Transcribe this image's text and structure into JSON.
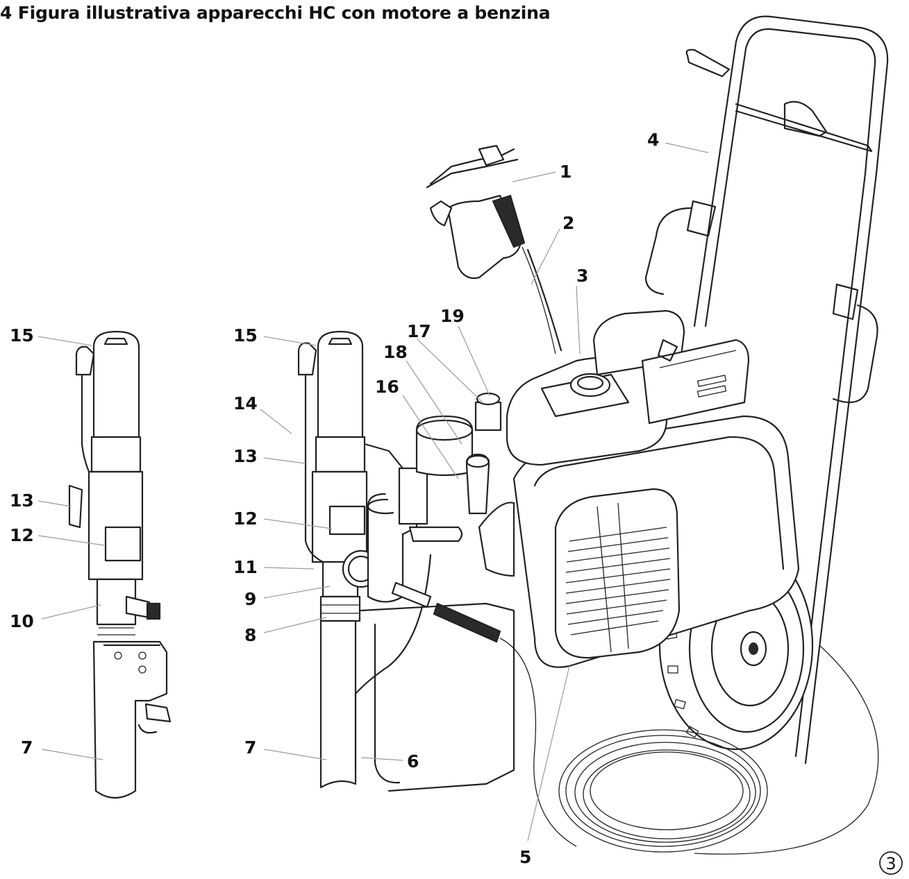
{
  "figure": {
    "title": "4 Figura illustrativa apparecchi HC con motore a benzina",
    "badge": "3"
  },
  "callouts": [
    {
      "id": "c1",
      "text": "1"
    },
    {
      "id": "c2",
      "text": "2"
    },
    {
      "id": "c3",
      "text": "3"
    },
    {
      "id": "c4",
      "text": "4"
    },
    {
      "id": "c5",
      "text": "5"
    },
    {
      "id": "c6",
      "text": "6"
    },
    {
      "id": "c7a",
      "text": "7"
    },
    {
      "id": "c7b",
      "text": "7"
    },
    {
      "id": "c8",
      "text": "8"
    },
    {
      "id": "c9",
      "text": "9"
    },
    {
      "id": "c10",
      "text": "10"
    },
    {
      "id": "c11",
      "text": "11"
    },
    {
      "id": "c12a",
      "text": "12"
    },
    {
      "id": "c12b",
      "text": "12"
    },
    {
      "id": "c13a",
      "text": "13"
    },
    {
      "id": "c13b",
      "text": "13"
    },
    {
      "id": "c14",
      "text": "14"
    },
    {
      "id": "c15a",
      "text": "15"
    },
    {
      "id": "c15b",
      "text": "15"
    },
    {
      "id": "c16",
      "text": "16"
    },
    {
      "id": "c17",
      "text": "17"
    },
    {
      "id": "c18",
      "text": "18"
    },
    {
      "id": "c19",
      "text": "19"
    }
  ]
}
